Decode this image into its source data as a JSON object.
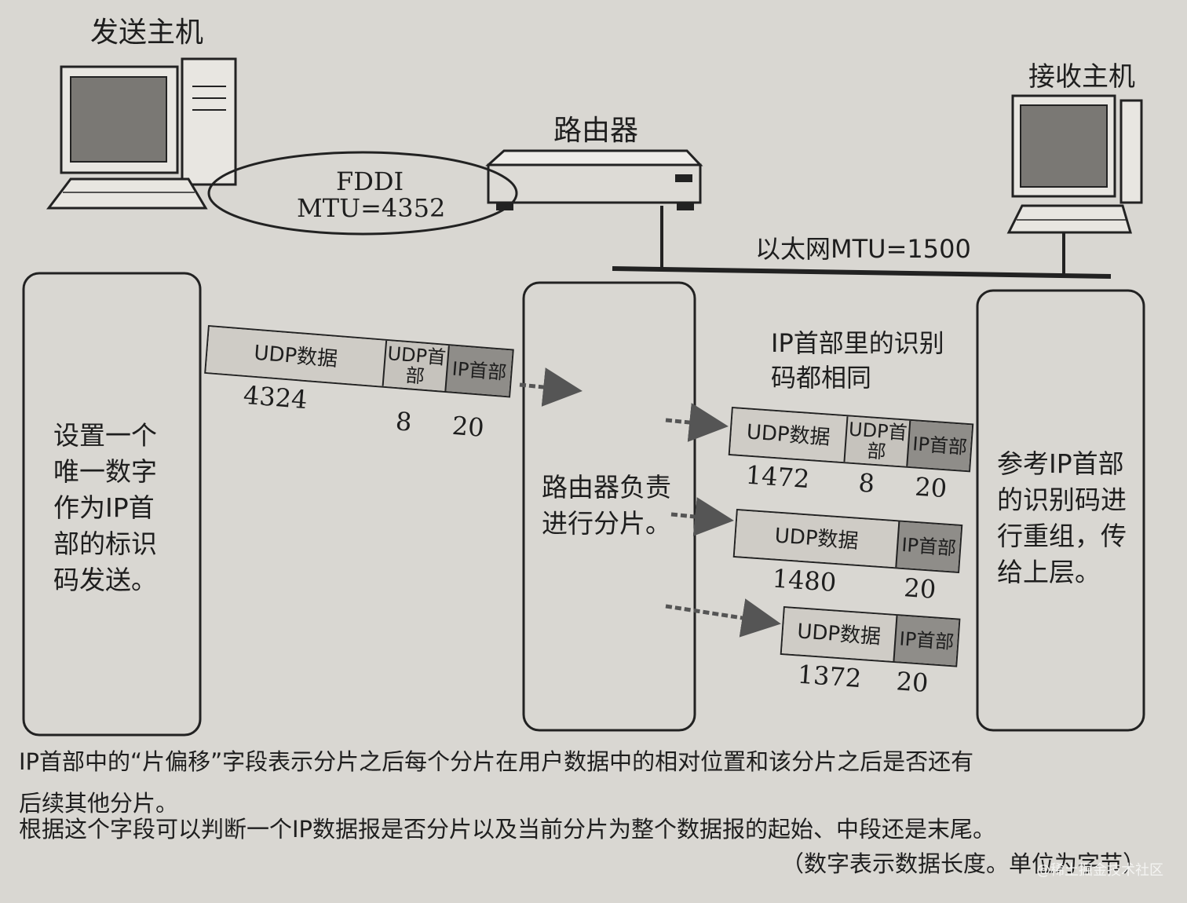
{
  "labels": {
    "sender": "发送主机",
    "receiver": "接收主机",
    "router": "路由器",
    "fddi_name": "FDDI",
    "fddi_mtu": "MTU=4352",
    "ethernet": "以太网MTU=1500",
    "ip_same": "IP首部里的识别码都相同"
  },
  "boxes": {
    "sender": "设置一个唯一数字作为IP首部的标识码发送。",
    "router": "路由器负责进行分片。",
    "receiver": "参考IP首部的识别码进行重组，传给上层。"
  },
  "packet_fields": {
    "data": "UDP数据",
    "udp_header": "UDP首部",
    "ip_header": "IP首部"
  },
  "packets": {
    "original": {
      "data": "4324",
      "udp": "8",
      "ip": "20"
    },
    "frag1": {
      "data": "1472",
      "udp": "8",
      "ip": "20"
    },
    "frag2": {
      "data": "1480",
      "ip": "20"
    },
    "frag3": {
      "data": "1372",
      "ip": "20"
    }
  },
  "caption": {
    "line1": "IP首部中的“片偏移”字段表示分片之后每个分片在用户数据中的相对位置和该分片之后是否还有",
    "line2": "后续其他分片。",
    "line3": "根据这个字段可以判断一个IP数据报是否分片以及当前分片为整个数据报的起始、中段还是末尾。",
    "note": "（数字表示数据长度。单位为字节）"
  },
  "watermark": "@稀土掘金技术社区",
  "colors": {
    "background": "#d9d7d2",
    "ink": "#1e1e1e",
    "ip_header_fill": "#8f8d89",
    "data_fill": "#cfccc6"
  }
}
